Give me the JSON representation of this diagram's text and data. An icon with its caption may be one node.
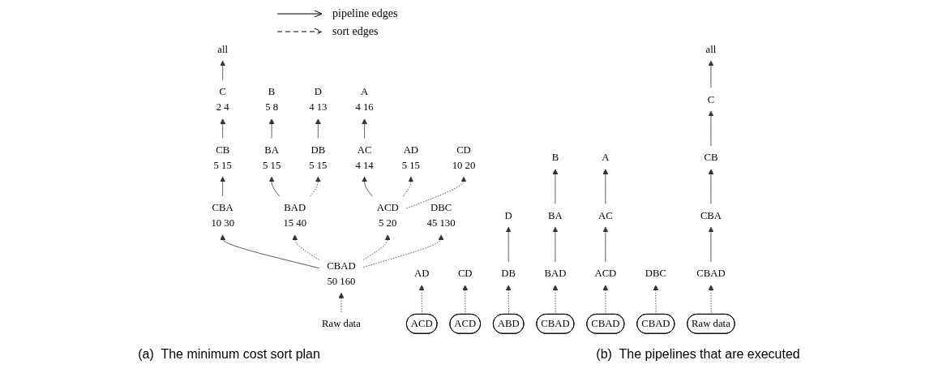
{
  "diagram": {
    "nodes": [
      {
        "text": [
          "all"
        ]
      },
      {
        "text": [
          "C",
          "2 4"
        ]
      },
      {
        "text": [
          "B",
          "5 8"
        ]
      },
      {
        "text": [
          "A",
          "4 16"
        ]
      },
      {
        "text": [
          "D",
          "4 13"
        ]
      },
      {
        "text": [
          "CB",
          "5 15"
        ]
      },
      {
        "text": [
          "BA",
          "5 15"
        ]
      },
      {
        "text": [
          "AC",
          "4 14"
        ]
      },
      {
        "text": [
          "DB",
          "5 15"
        ]
      },
      {
        "text": [
          "AD",
          "5 15"
        ]
      },
      {
        "text": [
          "CD",
          "10 20"
        ]
      },
      {
        "text": [
          "CBA",
          "10 30"
        ]
      },
      {
        "text": [
          "BAD",
          "15 40"
        ]
      },
      {
        "text": [
          "ACD",
          "5 20"
        ]
      },
      {
        "text": [
          "DBC",
          "45 130"
        ]
      },
      {
        "text": [
          "CBAD",
          "50 160"
        ]
      },
      {
        "text": [
          "Raw data"
        ]
      },
      {
        "text": [
          "all"
        ]
      },
      {
        "text": [
          "C"
        ]
      },
      {
        "text": [
          "B"
        ]
      },
      {
        "text": [
          "A"
        ]
      },
      {
        "text": [
          "D"
        ]
      },
      {
        "text": [
          "CB"
        ]
      },
      {
        "text": [
          "BA"
        ]
      },
      {
        "text": [
          "AC"
        ]
      },
      {
        "text": [
          "AD"
        ]
      },
      {
        "text": [
          "CD"
        ]
      },
      {
        "text": [
          "DB"
        ]
      },
      {
        "text": [
          "CBA"
        ]
      },
      {
        "text": [
          "BAD"
        ]
      },
      {
        "text": [
          "ACD"
        ]
      },
      {
        "text": [
          "DBC"
        ]
      },
      {
        "text": [
          "ACD"
        ]
      },
      {
        "text": [
          "ACD"
        ]
      },
      {
        "text": [
          "ABD"
        ]
      },
      {
        "text": [
          "CBAD"
        ]
      },
      {
        "text": [
          "CBAD"
        ]
      },
      {
        "text": [
          "CBAD"
        ]
      },
      {
        "text": [
          "CBAD"
        ]
      },
      {
        "text": [
          "Raw data"
        ]
      }
    ],
    "edges": [
      {
        "from": 1,
        "to": 0,
        "arrow": "to"
      },
      {
        "from": 5,
        "to": 1,
        "arrow": "to"
      },
      {
        "from": 6,
        "to": 2,
        "arrow": "to"
      },
      {
        "from": 7,
        "to": 3,
        "arrow": "to"
      },
      {
        "from": 8,
        "to": 4,
        "arrow": "to"
      },
      {
        "from": 11,
        "to": 5,
        "arrow": "to"
      },
      {
        "from": 12,
        "to": 6,
        "arrow": "to"
      },
      {
        "from": 13,
        "to": 7,
        "arrow": "to"
      },
      {
        "from": 12,
        "to": 8,
        "arrow": "to",
        "style": "dashed"
      },
      {
        "from": 13,
        "to": 9,
        "arrow": "to",
        "style": "dashed"
      },
      {
        "from": 13,
        "to": 10,
        "arrow": "to",
        "style": "dashed"
      },
      {
        "from": 15,
        "to": 11,
        "arrow": "to"
      },
      {
        "from": 15,
        "to": 12,
        "arrow": "to",
        "style": "dashed"
      },
      {
        "from": 15,
        "to": 13,
        "arrow": "to",
        "style": "dashed"
      },
      {
        "from": 15,
        "to": 14,
        "arrow": "to",
        "style": "dashed"
      },
      {
        "from": 16,
        "to": 15,
        "arrow": "to",
        "style": "dashed"
      },
      {
        "from": 18,
        "to": 17,
        "arrow": "to"
      },
      {
        "from": 22,
        "to": 18,
        "arrow": "to"
      },
      {
        "from": 23,
        "to": 19,
        "arrow": "to"
      },
      {
        "from": 24,
        "to": 20,
        "arrow": "to"
      },
      {
        "from": 27,
        "to": 21,
        "arrow": "to"
      },
      {
        "from": 28,
        "to": 22,
        "arrow": "to"
      },
      {
        "from": 29,
        "to": 23,
        "arrow": "to"
      },
      {
        "from": 30,
        "to": 24,
        "arrow": "to"
      },
      {
        "from": 32,
        "to": 25,
        "arrow": "to",
        "style": "dashed"
      },
      {
        "from": 33,
        "to": 26,
        "arrow": "to",
        "style": "dashed"
      },
      {
        "from": 34,
        "to": 27,
        "arrow": "to",
        "style": "dashed"
      },
      {
        "from": 35,
        "to": 28,
        "arrow": "to"
      },
      {
        "from": 36,
        "to": 29,
        "arrow": "to",
        "style": "dashed"
      },
      {
        "from": 37,
        "to": 30,
        "arrow": "to",
        "style": "dashed"
      },
      {
        "from": 38,
        "to": 31,
        "arrow": "to",
        "style": "dashed"
      },
      {
        "from": 39,
        "to": 35,
        "arrow": "to",
        "style": "dashed"
      }
    ],
    "labels": [
      "(a)  The minimum cost sort plan",
      "(b)  The pipelines that are executed"
    ],
    "legend": [
      {
        "text": "pipeline edges"
      },
      {
        "text": "sort edges"
      }
    ]
  }
}
